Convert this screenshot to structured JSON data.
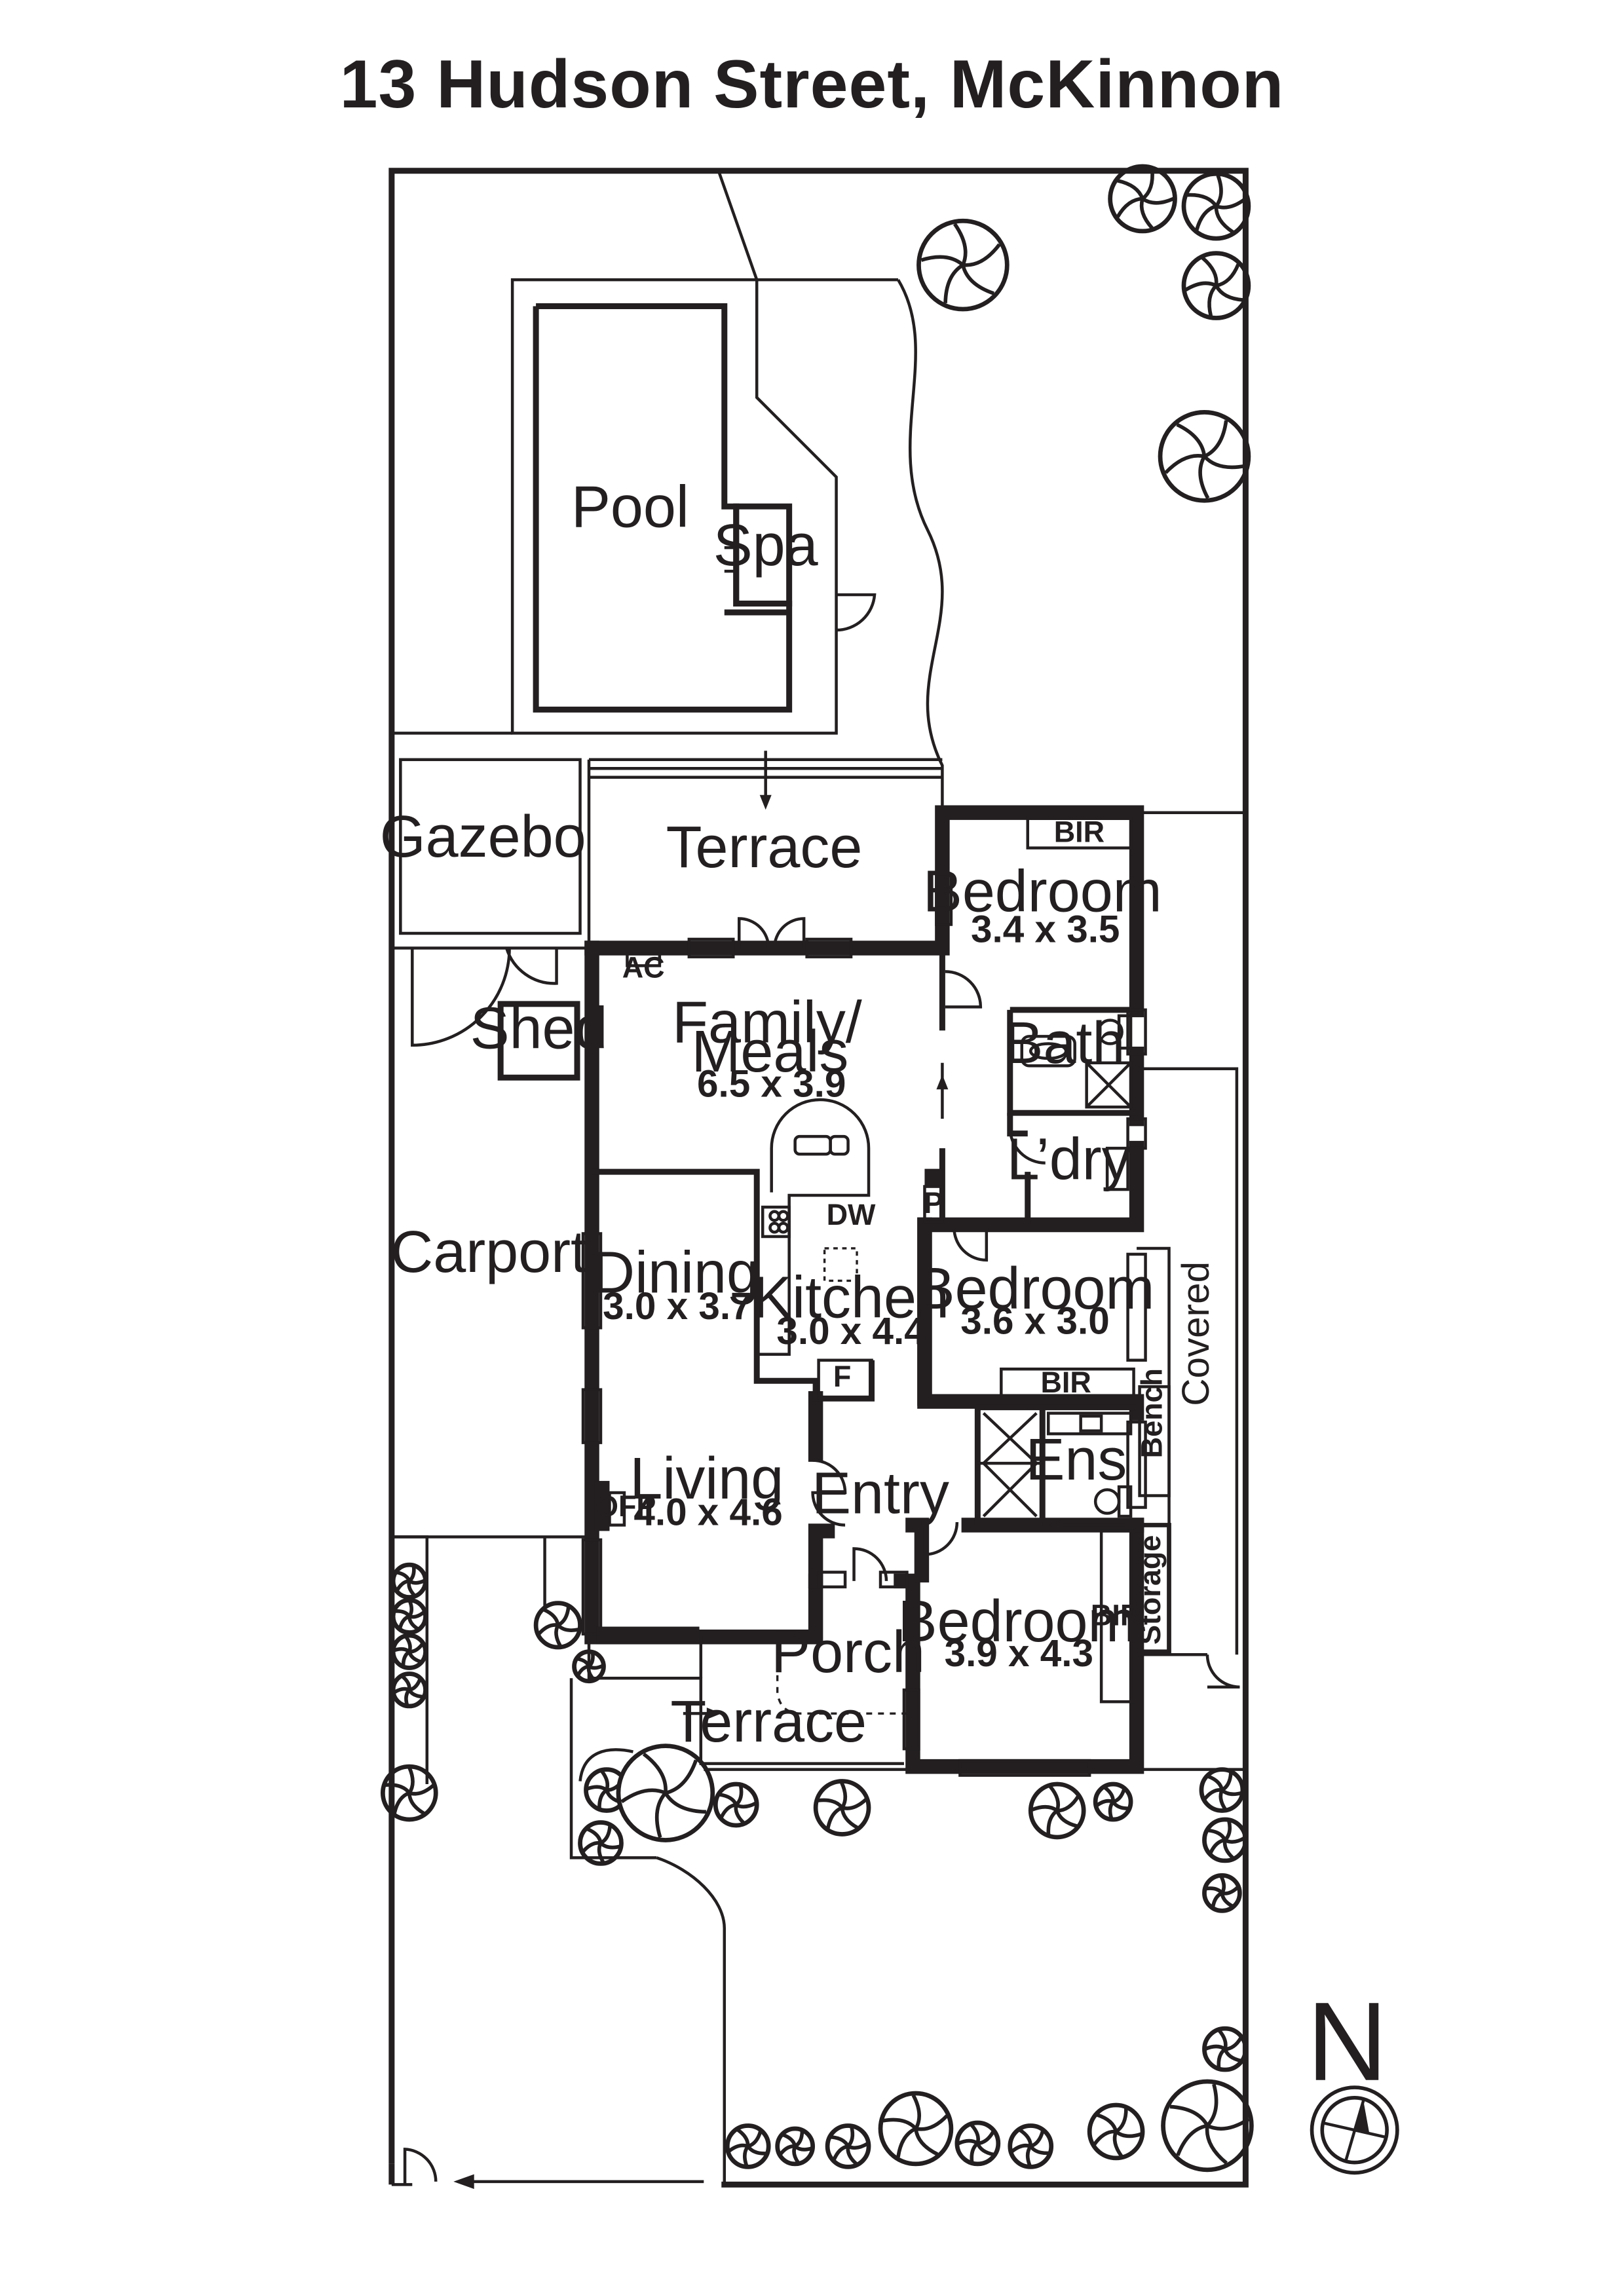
{
  "title": "13 Hudson Street, McKinnon",
  "rooms": {
    "pool": "Pool",
    "spa": "Spa",
    "gazebo": "Gazebo",
    "terrace_rear": "Terrace",
    "shed": "Shed",
    "carport": "Carport",
    "bedroom1": {
      "name": "Bedroom",
      "dims": "3.4 x 3.5"
    },
    "family": {
      "name_line1": "Family/",
      "name_line2": "Meals",
      "dims": "6.5 x 3.9"
    },
    "bath": "Bath",
    "laundry": "L’dry",
    "dining": {
      "name": "Dining",
      "dims": "3.0 x 3.7"
    },
    "kitchen": {
      "name": "Kitchen",
      "dims": "3.0 x 4.4"
    },
    "bedroom2": {
      "name": "Bedroom",
      "dims": "3.6 x 3.0"
    },
    "ensuite": "Ens",
    "living": {
      "name": "Living",
      "dims": "4.0 x 4.6"
    },
    "entry": "Entry",
    "bedroom3": {
      "name": "Bedroom",
      "dims": "3.9 x 4.3"
    },
    "porch": "Porch",
    "terrace_front": "Terrace",
    "covered": "Covered"
  },
  "fixtures": {
    "bir": "BIR",
    "ac": "AC",
    "dw": "DW",
    "pantry": "P",
    "fridge": "F",
    "ofp": "OFP",
    "bench": "Bench",
    "storage": "Storage"
  },
  "compass": {
    "label": "N"
  }
}
